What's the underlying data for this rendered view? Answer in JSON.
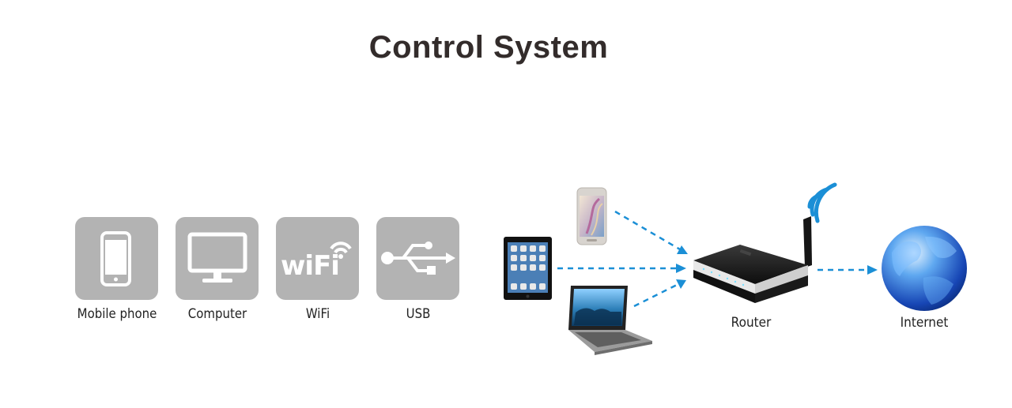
{
  "title": "Control System",
  "methods": [
    {
      "label": "Mobile phone",
      "icon": "mobile-phone-icon"
    },
    {
      "label": "Computer",
      "icon": "computer-monitor-icon"
    },
    {
      "label": "WiFi",
      "icon": "wifi-logo-icon"
    },
    {
      "label": "USB",
      "icon": "usb-icon"
    }
  ],
  "network": {
    "router_label": "Router",
    "internet_label": "Internet",
    "devices": [
      "smartphone",
      "tablet",
      "laptop"
    ]
  },
  "colors": {
    "title": "#332c2b",
    "tile": "#b3b3b3",
    "arrow": "#1b8fd6",
    "wifi_signal": "#1b8fd6"
  }
}
